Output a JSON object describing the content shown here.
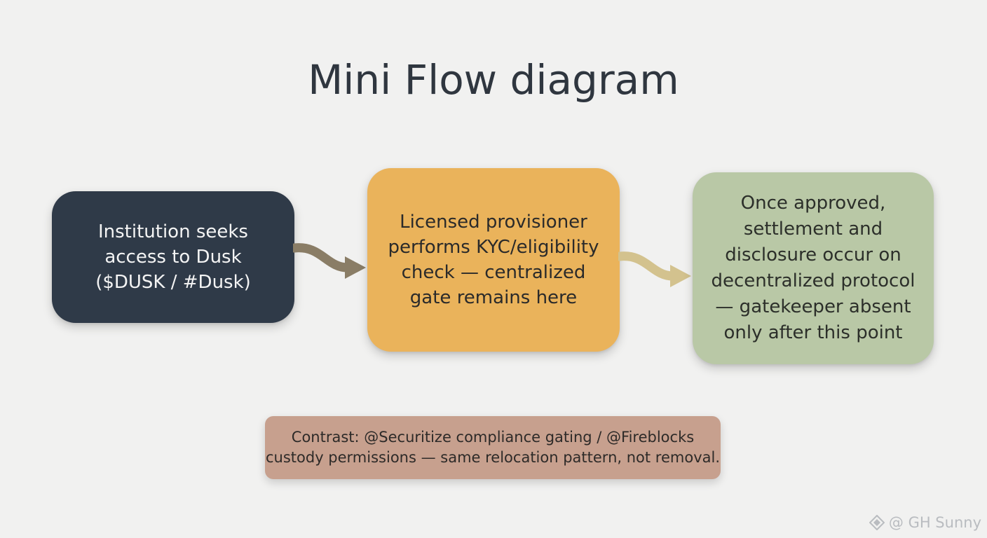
{
  "title": "Mini Flow diagram",
  "steps": [
    {
      "text": "Institution seeks\naccess to Dusk\n($DUSK / #Dusk)"
    },
    {
      "text": "Licensed provisioner\nperforms KYC/eligibility\ncheck — centralized\ngate remains here"
    },
    {
      "text": "Once approved,\nsettlement and\ndisclosure occur on\ndecentralized protocol\n— gatekeeper absent\nonly after this point"
    }
  ],
  "note": {
    "text": "Contrast: @Securitize compliance gating / @Fireblocks\ncustody permissions — same relocation pattern, not removal."
  },
  "watermark": {
    "text": "@ GH Sunny"
  },
  "colors": {
    "step1": "#2f3a48",
    "step2": "#eab35b",
    "step3": "#b9c8a6",
    "note": "#c7a08e",
    "arrow1": "#8a7d66",
    "arrow2": "#d3c28e"
  }
}
